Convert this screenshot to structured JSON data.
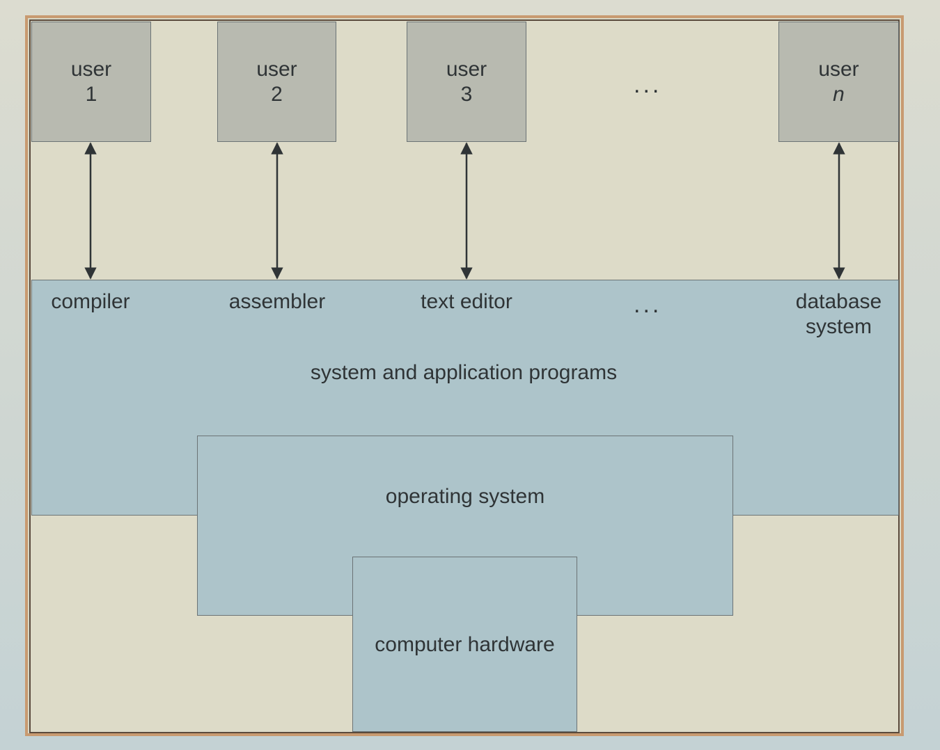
{
  "users": [
    {
      "label": "user",
      "num": "1"
    },
    {
      "label": "user",
      "num": "2"
    },
    {
      "label": "user",
      "num": "3"
    },
    {
      "label": "user",
      "num": "n"
    }
  ],
  "ellipsis": "...",
  "programs": {
    "compiler": "compiler",
    "assembler": "assembler",
    "text_editor": "text editor",
    "database_line1": "database",
    "database_line2": "system",
    "title": "system and application programs"
  },
  "operating_system": "operating system",
  "computer_hardware": "computer hardware"
}
